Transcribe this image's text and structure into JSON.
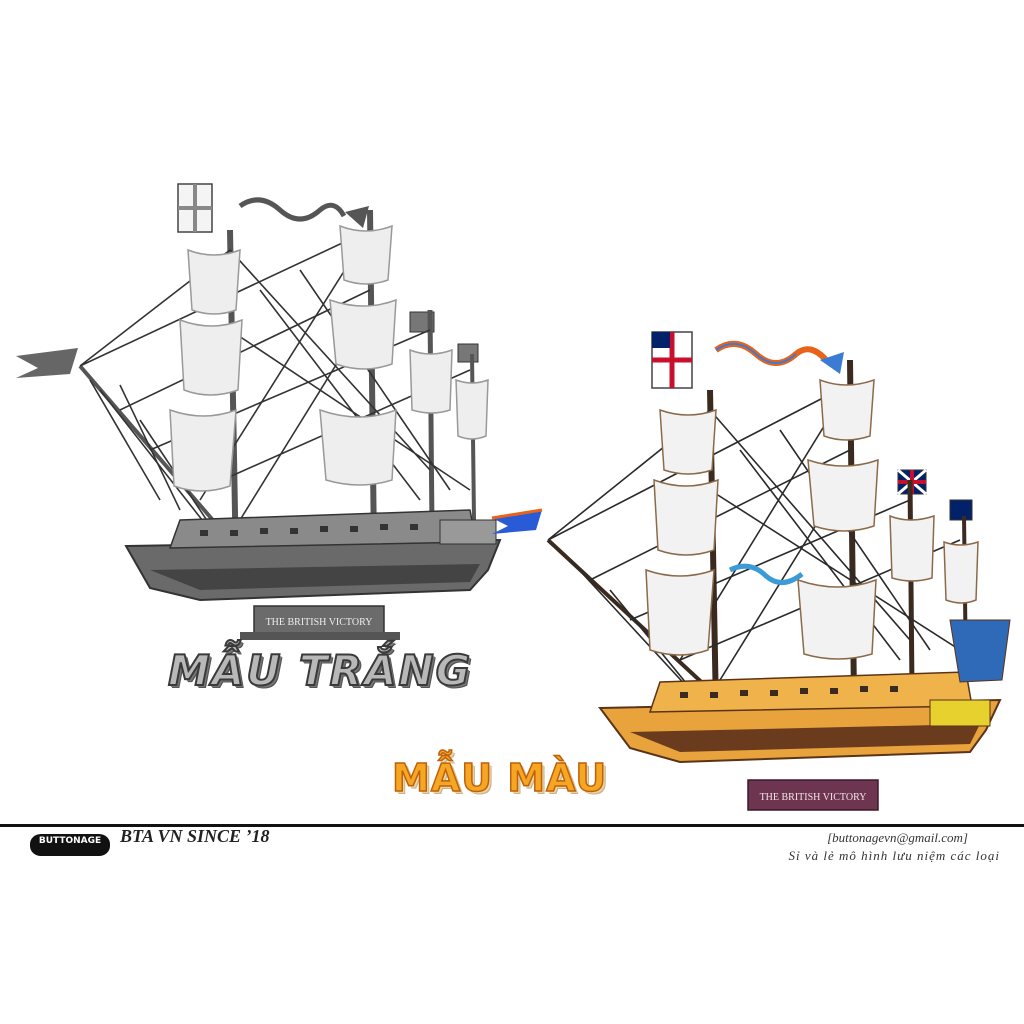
{
  "ships": {
    "white": {
      "plaque": "THE BRITISH VICTORY"
    },
    "color": {
      "plaque": "THE BRITISH VICTORY"
    }
  },
  "labels": {
    "white_model": "MẪU TRẮNG",
    "color_model": "MẪU MÀU"
  },
  "footer": {
    "logo": "BUTTONAGE",
    "since": "BTA VN SINCE ’18",
    "email": "[buttonagevn@gmail.com]",
    "tagline": "Sỉ và lẻ mô hình lưu niệm các loại"
  },
  "colors": {
    "metal": "#8a8a8a",
    "hull_orange": "#e8a33c",
    "hull_brown": "#6b3b1e",
    "sail_white": "#f2f2f2",
    "plaque_purple": "#6e3550"
  }
}
